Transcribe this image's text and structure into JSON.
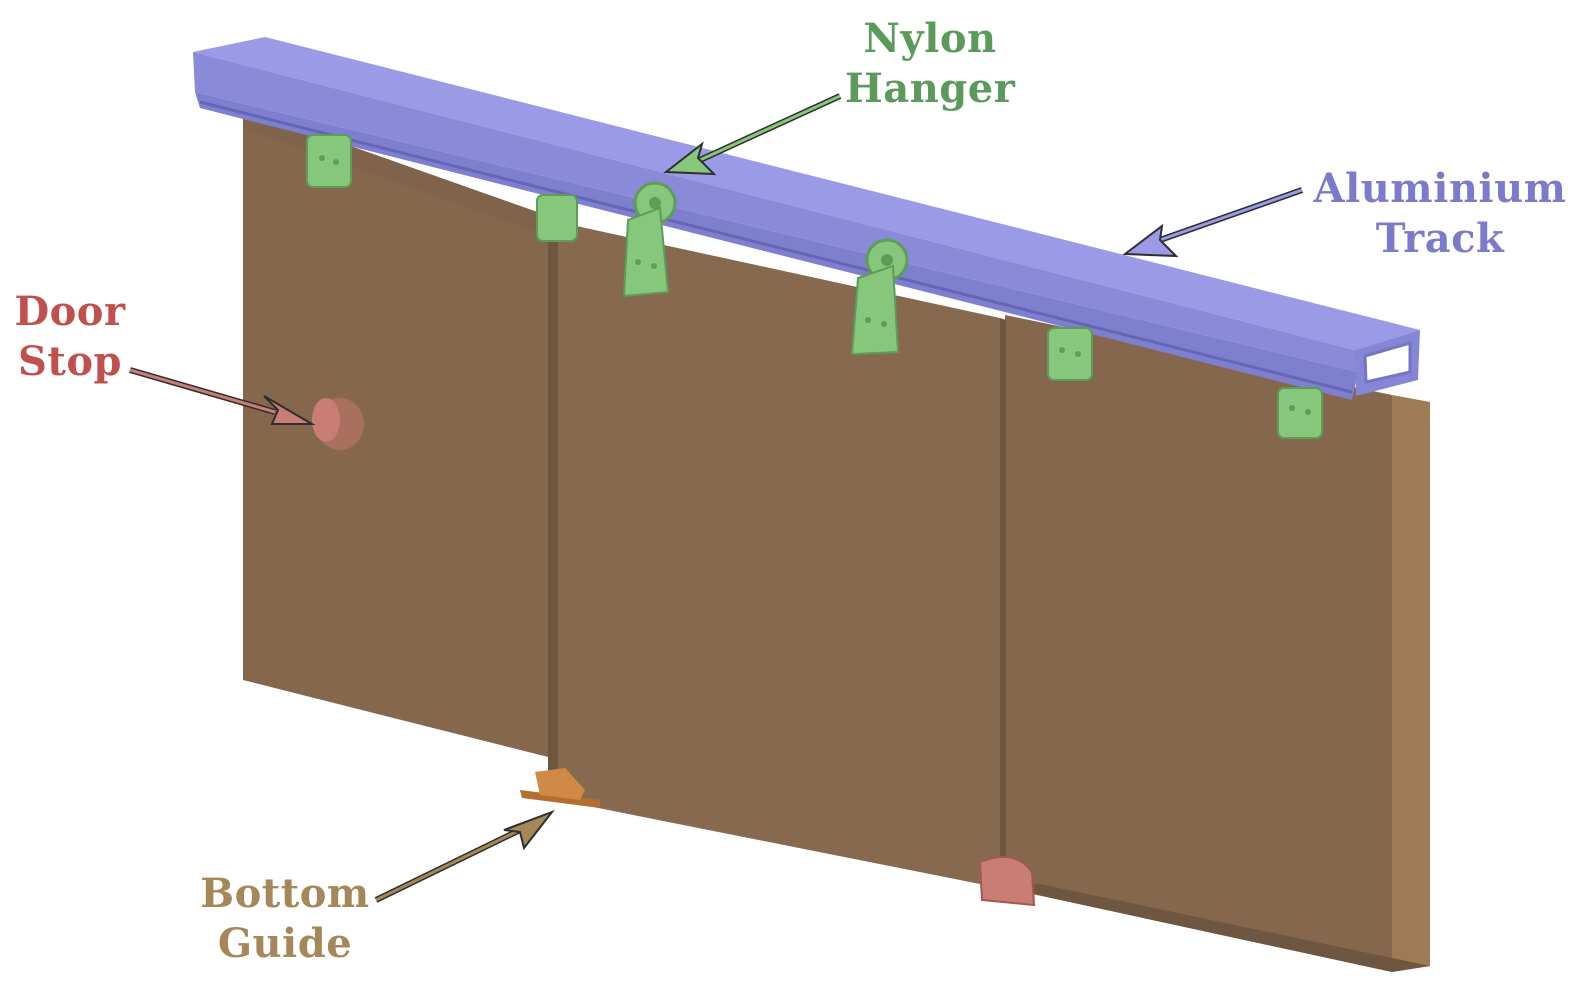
{
  "labels": {
    "nylon_hanger": {
      "line1": "Nylon",
      "line2": "Hanger"
    },
    "aluminium_track": {
      "line1": "Aluminium",
      "line2": "Track"
    },
    "door_stop": {
      "line1": "Door",
      "line2": "Stop"
    },
    "bottom_guide": {
      "line1": "Bottom",
      "line2": "Guide"
    }
  },
  "colors": {
    "door_face": "#84674d",
    "door_edge": "#9e7b55",
    "door_shadow": "#6f5640",
    "track": "#9a9ae6",
    "track_dark": "#7575c4",
    "hanger": "#86c77c",
    "hanger_dark": "#5f9c58",
    "door_stop": "#c97d74",
    "bottom_guide": "#d08a45",
    "label_hanger": "#5c9a5c",
    "label_track": "#7b7bcc",
    "label_stop": "#c0504d",
    "label_guide": "#a6875a"
  }
}
